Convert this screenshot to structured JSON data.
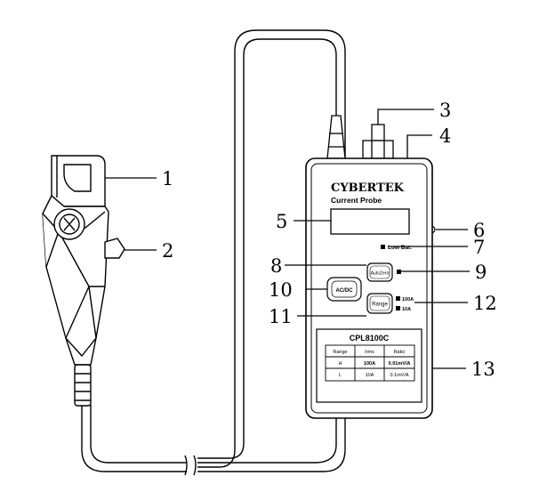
{
  "device": {
    "brand": "CYBERTEK",
    "product": "Current Probe",
    "low_battery": "Low Bat.",
    "autozero_button": "AutoZero",
    "acdc_button": "AC/DC",
    "range_button": "Range",
    "range_high_indicator": "100A",
    "range_low_indicator": "10A",
    "model": "CPL8100C",
    "spec_table": {
      "headers": [
        "Range",
        "Irms",
        "Ratio"
      ],
      "rows": [
        [
          "H",
          "100A",
          "0.01mV/A"
        ],
        [
          "L",
          "10A",
          "0.1mV/A"
        ]
      ]
    }
  },
  "callouts": [
    "1",
    "2",
    "3",
    "4",
    "5",
    "6",
    "7",
    "8",
    "9",
    "10",
    "11",
    "12",
    "13"
  ]
}
